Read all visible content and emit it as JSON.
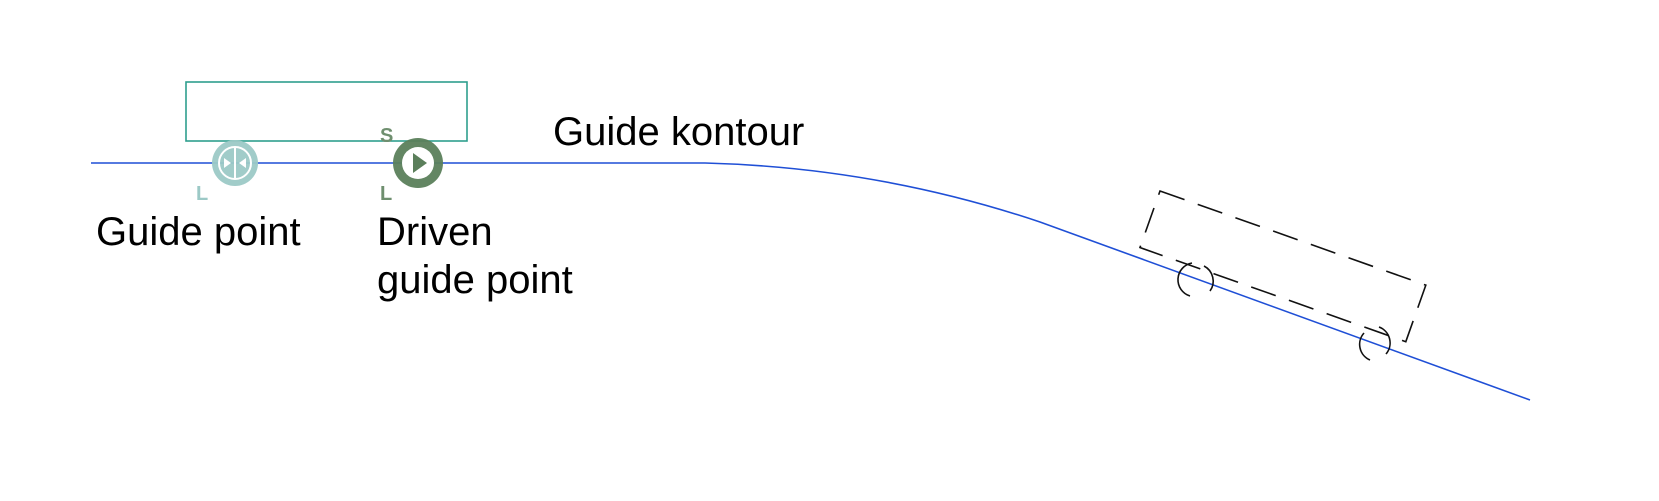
{
  "labels": {
    "guide_contour": "Guide kontour",
    "guide_point": "Guide point",
    "driven_guide_point_line1": "Driven",
    "driven_guide_point_line2": "guide point"
  },
  "markers": {
    "guide_point_letter_below": "L",
    "driven_point_letter_above": "S",
    "driven_point_letter_below": "L"
  },
  "colors": {
    "contour": "#1f4fd6",
    "guide_point": "#8cbfbc",
    "driven_point": "#5b7f5b",
    "vehicle_outline": "#2e9e8e",
    "ghost_vehicle": "#111111"
  },
  "icons": {
    "guide_point": "guide-point-icon",
    "driven_guide_point": "driven-guide-point-icon"
  }
}
